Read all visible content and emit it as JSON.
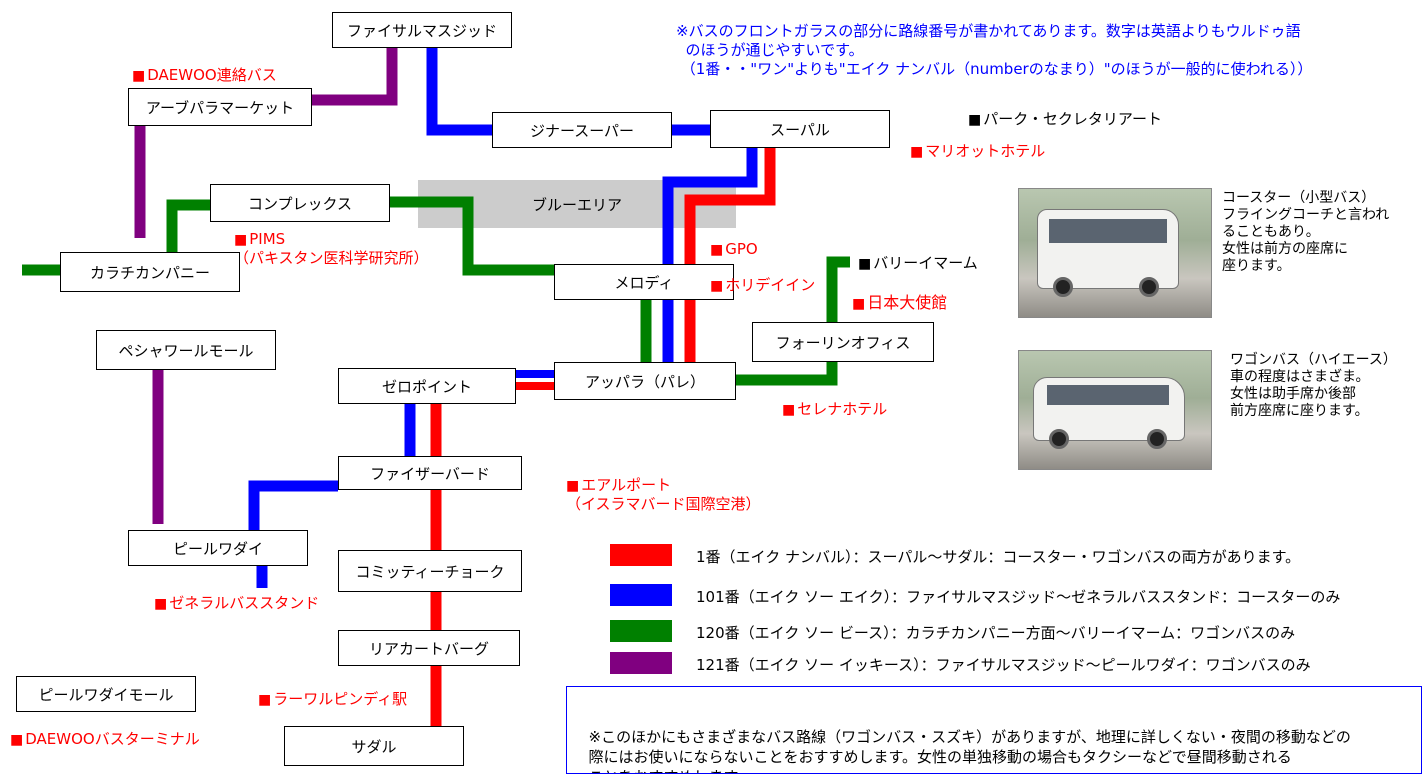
{
  "stations": {
    "faisal_masjid": "ファイサルマスジッド",
    "aabpara_market": "アーブパラマーケット",
    "jinnah_super": "ジナースーパー",
    "super_market": "スーパル",
    "complex": "コンプレックス",
    "karachi_company": "カラチカンパニー",
    "melody": "メロディ",
    "foreign_office": "フォーリンオフィス",
    "peshawar_mor": "ペシャワールモール",
    "zero_point": "ゼロポイント",
    "aabpara": "アッパラ（パレ）",
    "faizabad": "ファイザーバード",
    "pirwadhai": "ピールワダイ",
    "committee_chowk": "コミッティーチョーク",
    "liaquat_bagh": "リアカートバーグ",
    "saddar": "サダル",
    "pirwadhai_mor": "ピールワダイモール"
  },
  "blue_area_label": "ブルーエリア",
  "landmarks": {
    "daewoo_bus": "DAEWOO連絡バス",
    "pims_line1": "PIMS",
    "pims_line2": "（パキスタン医科学研究所）",
    "marriott": "マリオットホテル",
    "gpo": "GPO",
    "holiday_inn": "ホリデイイン",
    "japan_embassy": "日本大使館",
    "serena": "セレナホテル",
    "airport_line1": "エアルポート",
    "airport_line2": "（イスラマバード国際空港）",
    "general_bus_stand": "ゼネラルバススタンド",
    "rawalpindi_station": "ラーワルピンディ駅",
    "daewoo_terminal": "DAEWOOバスターミナル",
    "park_secretariat": "パーク・セクレタリアート",
    "bari_imam": "バリーイマーム"
  },
  "marker_red": "■",
  "marker_black": "■",
  "top_note": "※バスのフロントガラスの部分に路線番号が書かれてあります。数字は英語よりもウルドゥ語\n  のほうが通じやすいです。\n （1番・・\"ワン\"よりも\"エイク ナンバル（numberのなまり）\"のほうが一般的に使われる））",
  "legend": [
    {
      "color": "#ff0000",
      "text": "1番（エイク ナンバル）：スーパル～サダル：コースター・ワゴンバスの両方があります。"
    },
    {
      "color": "#0000ff",
      "text": "101番（エイク ソー エイク）：ファイサルマスジッド～ゼネラルバススタンド：コースターのみ"
    },
    {
      "color": "#008000",
      "text": "120番（エイク ソー ビース）：カラチカンパニー方面～バリーイマーム：ワゴンバスのみ"
    },
    {
      "color": "#800080",
      "text": "121番（エイク ソー イッキース）：ファイサルマスジッド～ピールワダイ：ワゴンバスのみ"
    }
  ],
  "coaster_caption": "コースター（小型バス）\nフライングコーチと言われ\nることもあり。\n女性は前方の座席に\n座ります。",
  "wagon_caption": "ワゴンバス（ハイエース）\n車の程度はさまざま。\n女性は助手席か後部\n前方座席に座ります。",
  "footer_note": "※このほかにもさまざまなバス路線（ワゴンバス・スズキ）がありますが、地理に詳しくない・夜間の移動などの\n  際にはお使いにならないことをおすすめします。女性の単独移動の場合もタクシーなどで昼間移動される\n  ことをおすすめします。",
  "colors": {
    "route_1": "#ff0000",
    "route_101": "#0000ff",
    "route_120": "#008000",
    "route_121": "#800080",
    "blue_area": "#cccccc",
    "label_red": "#ff0000",
    "note_blue": "#0000ff"
  }
}
